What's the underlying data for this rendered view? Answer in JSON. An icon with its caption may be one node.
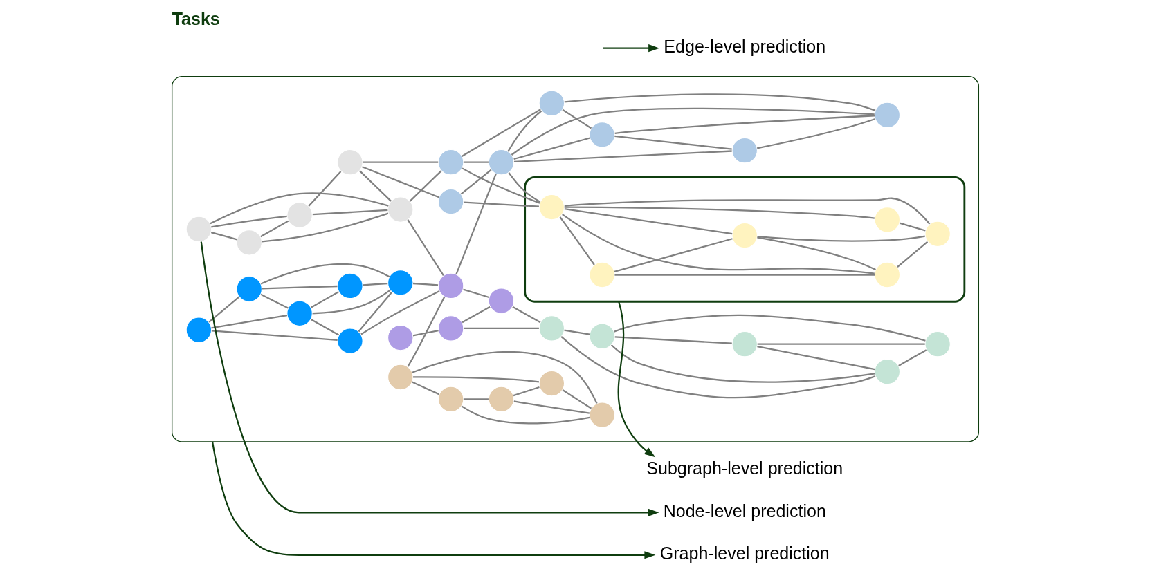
{
  "diagram": {
    "title": "Tasks",
    "nodes": [
      {
        "text": [],
        "shape": "box"
      },
      {
        "text": [],
        "shape": "circle",
        "in": 0
      },
      {
        "text": [],
        "shape": "circle",
        "in": 0
      },
      {
        "text": [],
        "shape": "circle",
        "in": 0
      },
      {
        "text": [],
        "shape": "circle",
        "in": 0
      },
      {
        "text": [],
        "shape": "circle",
        "in": 0
      },
      {
        "text": [],
        "shape": "circle",
        "in": 0
      },
      {
        "text": [],
        "shape": "circle",
        "in": 0
      },
      {
        "text": [],
        "shape": "circle",
        "in": 0
      },
      {
        "text": [],
        "shape": "circle",
        "in": 0
      },
      {
        "text": [],
        "shape": "circle",
        "in": 0
      },
      {
        "text": [],
        "shape": "circle",
        "in": 0
      },
      {
        "text": [],
        "shape": "circle",
        "in": 0
      },
      {
        "text": [],
        "shape": "circle",
        "in": 0
      },
      {
        "text": [],
        "shape": "circle",
        "in": 0
      },
      {
        "text": [],
        "shape": "circle",
        "in": 0
      },
      {
        "text": [],
        "shape": "circle",
        "in": 0
      },
      {
        "text": [],
        "shape": "circle",
        "in": 0
      },
      {
        "text": [],
        "shape": "circle",
        "in": 0
      },
      {
        "text": [],
        "shape": "circle",
        "in": 0
      },
      {
        "text": [],
        "shape": "circle",
        "in": 0
      },
      {
        "text": [],
        "shape": "circle",
        "in": 0
      },
      {
        "text": [],
        "shape": "circle",
        "in": 0
      },
      {
        "text": [],
        "shape": "circle",
        "in": 0
      },
      {
        "text": [],
        "shape": "circle",
        "in": 0
      },
      {
        "text": [],
        "shape": "circle",
        "in": 0
      },
      {
        "text": [],
        "shape": "circle",
        "in": 0
      },
      {
        "text": [],
        "shape": "circle",
        "in": 0
      },
      {
        "text": [],
        "shape": "circle",
        "in": 0
      },
      {
        "text": [],
        "shape": "circle",
        "in": 0
      },
      {
        "text": [],
        "shape": "circle",
        "in": 0
      },
      {
        "text": [],
        "shape": "circle",
        "in": 0
      },
      {
        "text": [],
        "shape": "circle",
        "in": 0
      },
      {
        "text": [],
        "shape": "ellipse",
        "in": 0
      },
      {
        "text": [],
        "shape": "circle",
        "in": 33
      },
      {
        "text": [],
        "shape": "circle",
        "in": 33
      },
      {
        "text": [],
        "shape": "circle",
        "in": 33
      },
      {
        "text": [],
        "shape": "circle",
        "in": 33
      },
      {
        "text": [],
        "shape": "circle",
        "in": 33
      },
      {
        "text": [],
        "shape": "circle",
        "in": 33
      },
      {
        "text": [
          "Node-level prediction"
        ]
      },
      {
        "text": [
          "Edge-level prediction"
        ]
      },
      {
        "text": [
          "Subgraph-level prediction"
        ]
      },
      {
        "text": [
          "Graph-level prediction"
        ]
      }
    ],
    "edges": [
      {
        "from": 1,
        "to": 2,
        "arrow": "none"
      },
      {
        "from": 1,
        "to": 3,
        "arrow": "none"
      },
      {
        "from": 1,
        "to": 4,
        "arrow": "none"
      },
      {
        "from": 2,
        "to": 3,
        "arrow": "none"
      },
      {
        "from": 2,
        "to": 5,
        "arrow": "none"
      },
      {
        "from": 2,
        "to": 6,
        "arrow": "none"
      },
      {
        "from": 3,
        "to": 4,
        "arrow": "none"
      },
      {
        "from": 3,
        "to": 5,
        "arrow": "none"
      },
      {
        "from": 3,
        "to": 6,
        "arrow": "none"
      },
      {
        "from": 5,
        "to": 6,
        "arrow": "none"
      },
      {
        "from": 4,
        "to": 6,
        "arrow": "none"
      },
      {
        "from": 4,
        "to": 24,
        "arrow": "none"
      },
      {
        "from": 6,
        "to": 24,
        "arrow": "none"
      },
      {
        "from": 7,
        "to": 8,
        "arrow": "none"
      },
      {
        "from": 7,
        "to": 9,
        "arrow": "none"
      },
      {
        "from": 7,
        "to": 11,
        "arrow": "none"
      },
      {
        "from": 8,
        "to": 9,
        "arrow": "none"
      },
      {
        "from": 8,
        "to": 11,
        "arrow": "none"
      },
      {
        "from": 9,
        "to": 11,
        "arrow": "none"
      },
      {
        "from": 9,
        "to": 10,
        "arrow": "none"
      },
      {
        "from": 10,
        "to": 12,
        "arrow": "none"
      },
      {
        "from": 10,
        "to": 11,
        "arrow": "none"
      },
      {
        "from": 10,
        "to": 13,
        "arrow": "none"
      },
      {
        "from": 11,
        "to": 24,
        "arrow": "none"
      },
      {
        "from": 11,
        "to": 13,
        "arrow": "none"
      },
      {
        "from": 12,
        "to": 14,
        "arrow": "none"
      },
      {
        "from": 12,
        "to": 35,
        "arrow": "none"
      },
      {
        "from": 13,
        "to": 14,
        "arrow": "none"
      },
      {
        "from": 13,
        "to": 35,
        "arrow": "none"
      },
      {
        "from": 13,
        "to": 15,
        "arrow": "none"
      },
      {
        "from": 24,
        "to": 14,
        "arrow": "none"
      },
      {
        "from": 14,
        "to": 35,
        "arrow": "none"
      },
      {
        "from": 14,
        "to": 15,
        "arrow": "none"
      },
      {
        "from": 14,
        "to": 16,
        "arrow": "none"
      },
      {
        "from": 14,
        "to": 18,
        "arrow": "none"
      },
      {
        "from": 14,
        "to": 17,
        "arrow": "none"
      },
      {
        "from": 15,
        "to": 16,
        "arrow": "none"
      },
      {
        "from": 15,
        "to": 18,
        "arrow": "none"
      },
      {
        "from": 16,
        "to": 18,
        "arrow": "none"
      },
      {
        "from": 16,
        "to": 17,
        "arrow": "none"
      },
      {
        "from": 17,
        "to": 18,
        "arrow": "none"
      },
      {
        "from": 24,
        "to": 27,
        "arrow": "none"
      },
      {
        "from": 19,
        "to": 24,
        "arrow": "none"
      },
      {
        "from": 19,
        "to": 20,
        "arrow": "none"
      },
      {
        "from": 19,
        "to": 23,
        "arrow": "none"
      },
      {
        "from": 19,
        "to": 22,
        "arrow": "none"
      },
      {
        "from": 20,
        "to": 21,
        "arrow": "none"
      },
      {
        "from": 20,
        "to": 22,
        "arrow": "none"
      },
      {
        "from": 21,
        "to": 22,
        "arrow": "none"
      },
      {
        "from": 21,
        "to": 23,
        "arrow": "none"
      },
      {
        "from": 23,
        "to": 22,
        "arrow": "none"
      },
      {
        "from": 25,
        "to": 26,
        "arrow": "none"
      },
      {
        "from": 26,
        "to": 28,
        "arrow": "none"
      },
      {
        "from": 26,
        "to": 27,
        "arrow": "none"
      },
      {
        "from": 27,
        "to": 28,
        "arrow": "none"
      },
      {
        "from": 28,
        "to": 29,
        "arrow": "none"
      },
      {
        "from": 28,
        "to": 30,
        "arrow": "none"
      },
      {
        "from": 29,
        "to": 30,
        "arrow": "none"
      },
      {
        "from": 29,
        "to": 31,
        "arrow": "none"
      },
      {
        "from": 29,
        "to": 32,
        "arrow": "none"
      },
      {
        "from": 31,
        "to": 30,
        "arrow": "none"
      },
      {
        "from": 31,
        "to": 32,
        "arrow": "none"
      },
      {
        "from": 30,
        "to": 32,
        "arrow": "none"
      },
      {
        "from": 35,
        "to": 34,
        "arrow": "none"
      },
      {
        "from": 34,
        "to": 36,
        "arrow": "none"
      },
      {
        "from": 34,
        "to": 37,
        "arrow": "none"
      },
      {
        "from": 35,
        "to": 36,
        "arrow": "none"
      },
      {
        "from": 35,
        "to": 37,
        "arrow": "none"
      },
      {
        "from": 35,
        "to": 38,
        "arrow": "none"
      },
      {
        "from": 35,
        "to": 39,
        "arrow": "none"
      },
      {
        "from": 37,
        "to": 36,
        "arrow": "none"
      },
      {
        "from": 37,
        "to": 39,
        "arrow": "none"
      },
      {
        "from": 36,
        "to": 39,
        "arrow": "none"
      },
      {
        "from": 38,
        "to": 39,
        "arrow": "none"
      },
      {
        "from": 7,
        "to": 40,
        "arrow": "to",
        "color": "#0f3d0f"
      },
      {
        "from": null,
        "to": 41,
        "arrow": "to",
        "color": "#0f3d0f"
      },
      {
        "from": 33,
        "to": 42,
        "arrow": "to",
        "color": "#0f3d0f"
      },
      {
        "from": 0,
        "to": 43,
        "arrow": "to",
        "color": "#0f3d0f"
      }
    ]
  }
}
